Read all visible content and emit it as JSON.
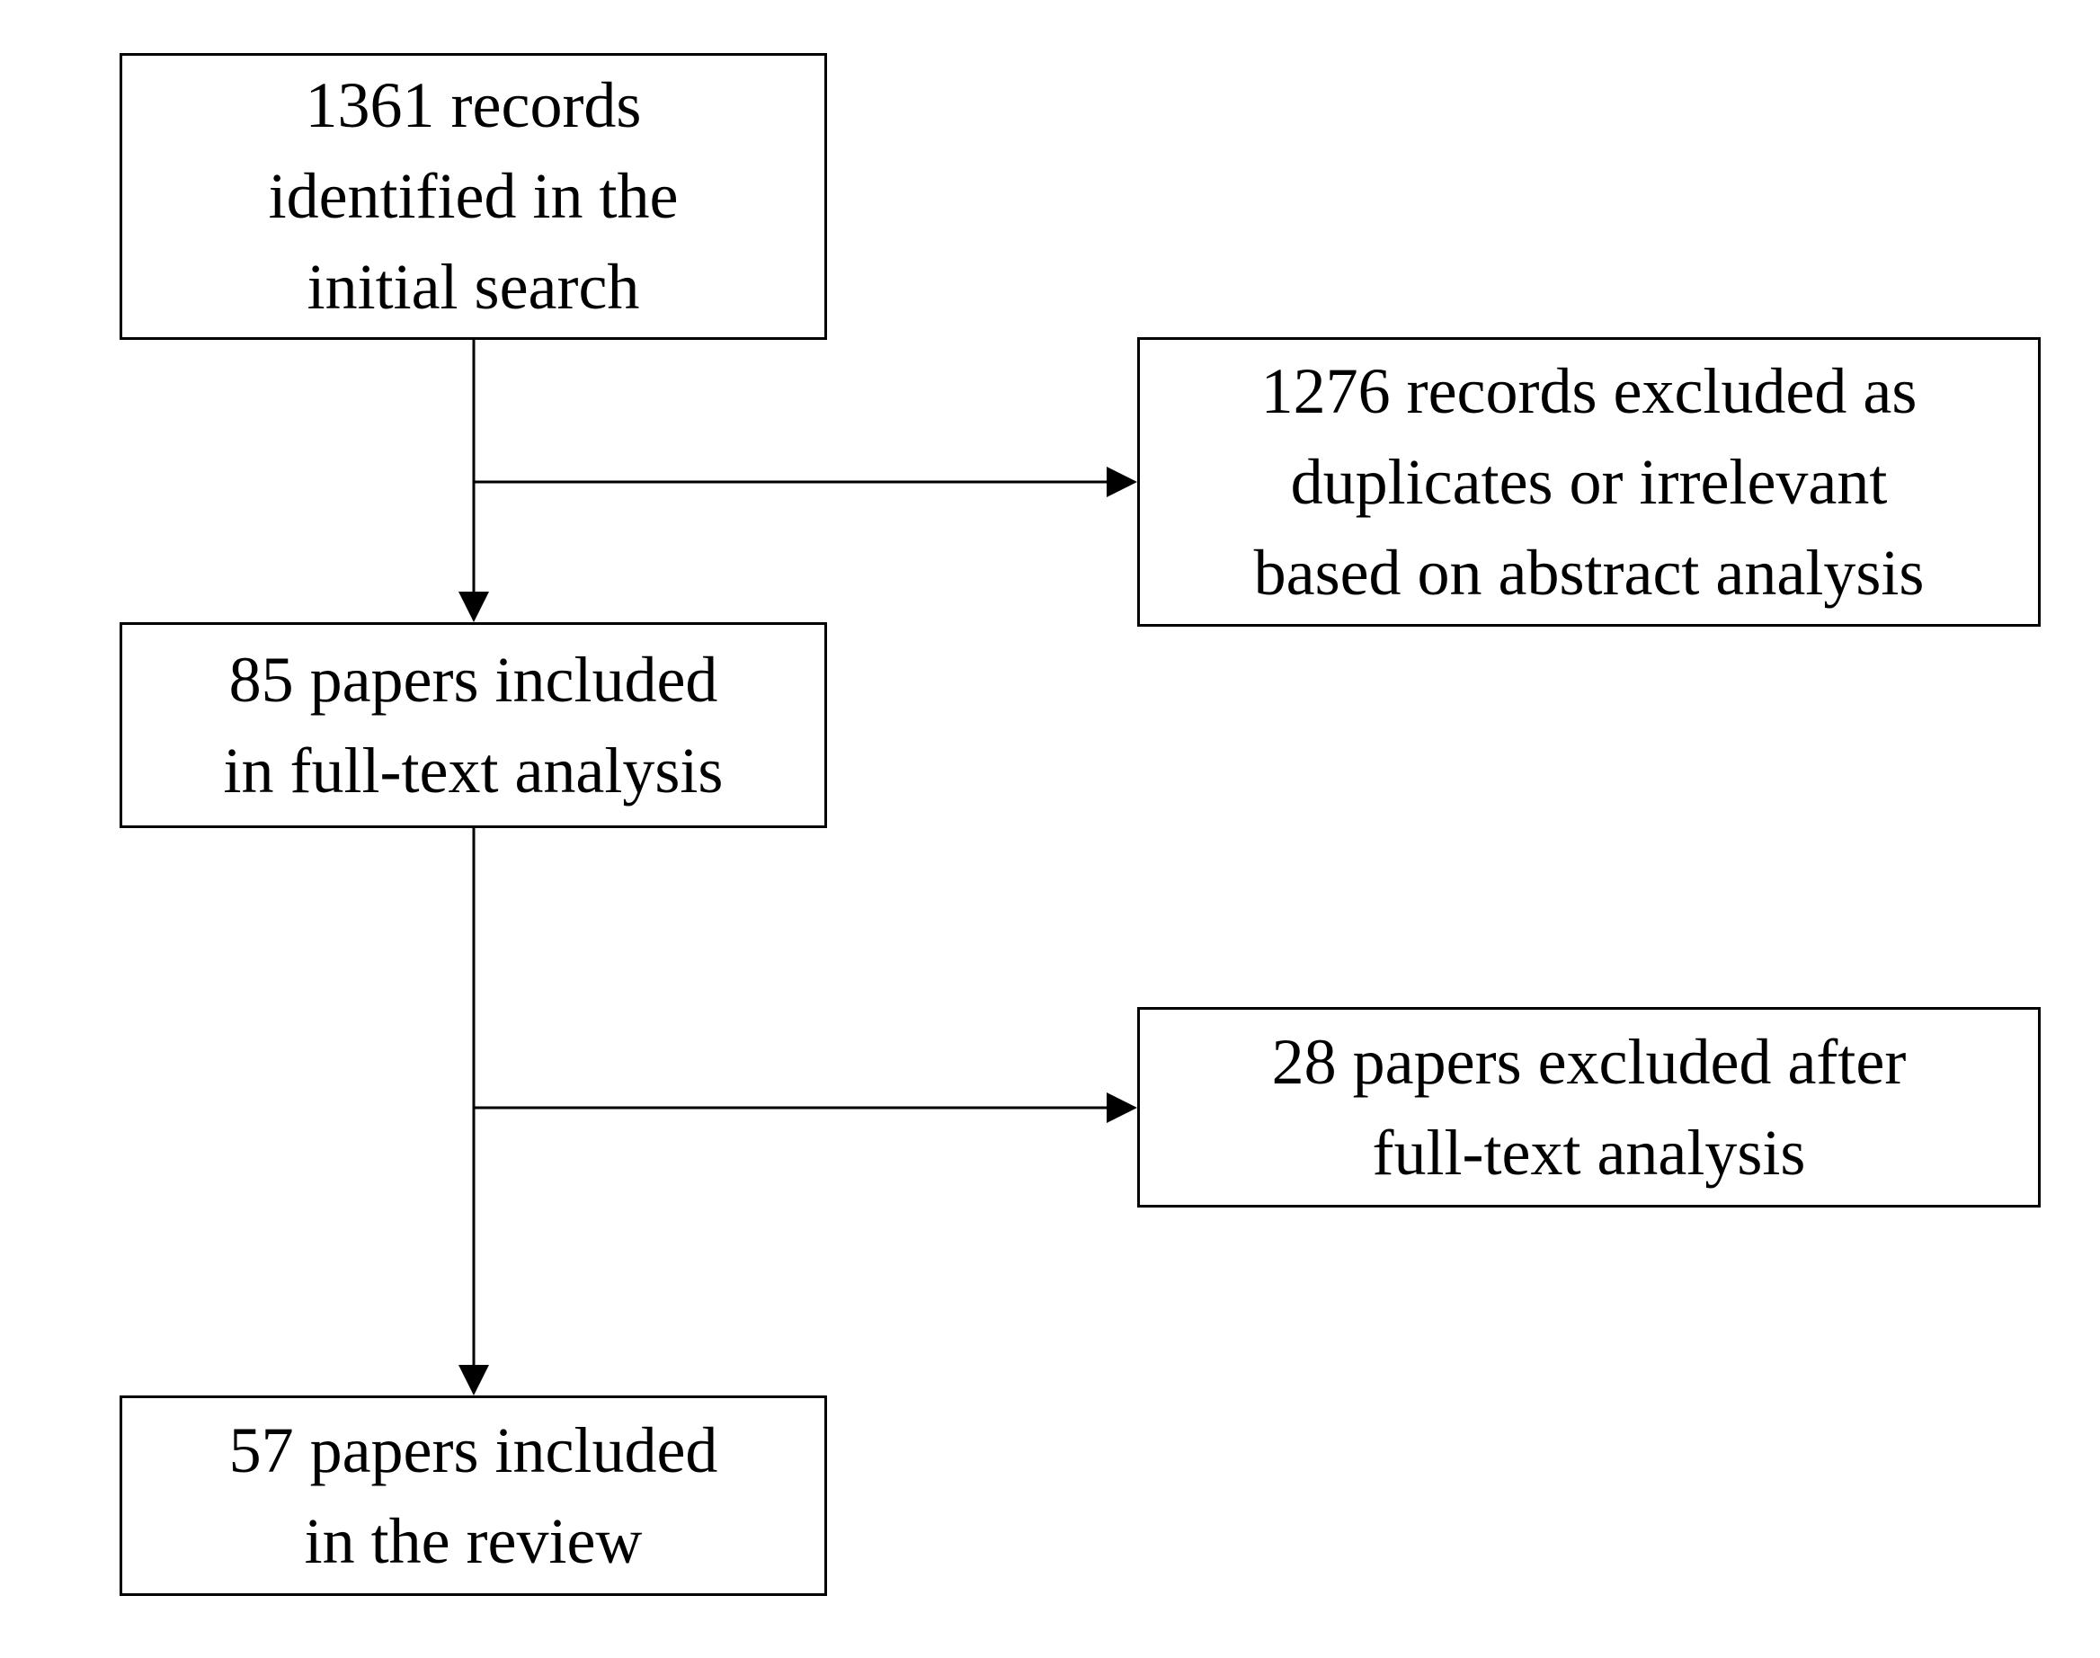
{
  "diagram": {
    "kind": "flowchart",
    "background_color": "#ffffff",
    "line_color": "#000000",
    "text_color": "#000000",
    "boxes": [
      {
        "id": "initial-search",
        "text": "1361 records identified in the initial search",
        "lines": [
          "1361 records",
          "identified in the",
          "initial search"
        ]
      },
      {
        "id": "excluded-abstract",
        "text": "1276 records excluded as duplicates or irrelevant based on abstract analysis",
        "lines": [
          "1276 records excluded as",
          "duplicates or irrelevant",
          "based on abstract analysis"
        ]
      },
      {
        "id": "fulltext-analysis",
        "text": "85 papers included in full-text analysis",
        "lines": [
          "85 papers included",
          "in full-text analysis"
        ]
      },
      {
        "id": "excluded-fulltext",
        "text": "28 papers excluded after full-text analysis",
        "lines": [
          "28 papers excluded after",
          "full-text analysis"
        ]
      },
      {
        "id": "review",
        "text": "57 papers included in the review",
        "lines": [
          "57 papers included",
          "in the review"
        ]
      }
    ],
    "arrows": [
      {
        "from": "initial-search",
        "to": "fulltext-analysis",
        "direction": "down"
      },
      {
        "from": "initial-search",
        "to": "excluded-abstract",
        "direction": "right"
      },
      {
        "from": "fulltext-analysis",
        "to": "review",
        "direction": "down"
      },
      {
        "from": "fulltext-analysis",
        "to": "excluded-fulltext",
        "direction": "right"
      }
    ]
  }
}
